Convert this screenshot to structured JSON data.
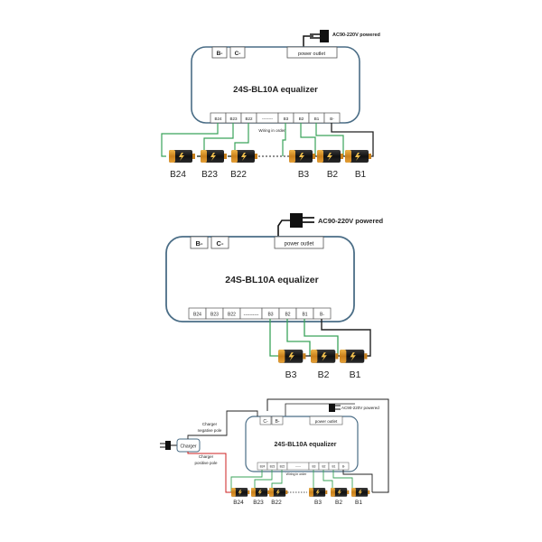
{
  "diagram1": {
    "title": "24S-BL10A equalizer",
    "power_text": "AC90-220V powered",
    "power_outlet": "power outlet",
    "b_minus": "B-",
    "c_minus": "C-",
    "wiring_note": "Wiring in order",
    "terminals": [
      "B24",
      "B23",
      "B22",
      "--------",
      "B3",
      "B2",
      "B1",
      "B-"
    ],
    "batteries": [
      "B24",
      "B23",
      "B22",
      "B3",
      "B2",
      "B1"
    ]
  },
  "diagram2": {
    "title": "24S-BL10A equalizer",
    "power_text": "AC90-220V powered",
    "power_outlet": "power outlet",
    "b_minus": "B-",
    "c_minus": "C-",
    "terminals": [
      "B24",
      "B23",
      "B22",
      "----------",
      "B3",
      "B2",
      "B1",
      "B-"
    ],
    "batteries": [
      "B3",
      "B2",
      "B1"
    ]
  },
  "diagram3": {
    "title": "24S-BL10A equalizer",
    "power_text": "AC90-220V powered",
    "power_outlet": "power outlet",
    "c_minus": "C-",
    "b_minus": "B-",
    "charger": "Charger",
    "charger_neg_1": "Charger",
    "charger_neg_2": "negative pole",
    "charger_pos_1": "Charger",
    "charger_pos_2": "positive pole",
    "wiring_note": "Wiring in order",
    "terminals": [
      "B24",
      "B23",
      "B22",
      "------",
      "B3",
      "B2",
      "B1",
      "B-"
    ],
    "batteries": [
      "B24",
      "B23",
      "B22",
      "B3",
      "B2",
      "B1"
    ]
  },
  "colors": {
    "box_stroke": "#4a6d86",
    "green_wire": "#3aa35a",
    "black_wire": "#222222",
    "red_wire": "#cc2222"
  }
}
